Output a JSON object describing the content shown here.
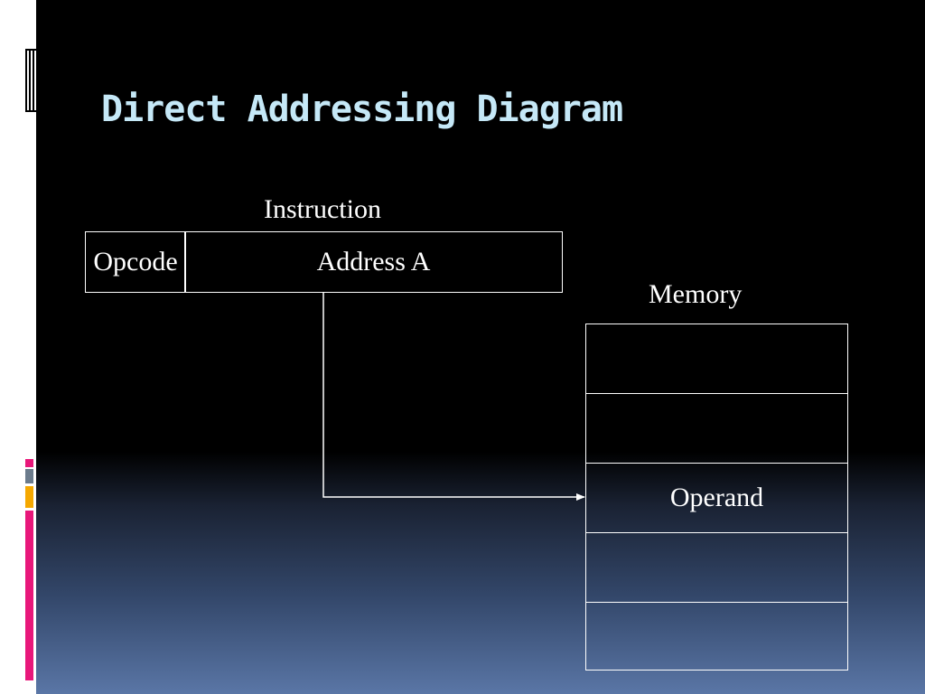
{
  "slide": {
    "title": "Direct Addressing Diagram"
  },
  "instruction": {
    "label": "Instruction",
    "opcode": "Opcode",
    "address": "Address A"
  },
  "memory": {
    "label": "Memory",
    "cells": [
      "",
      "",
      "Operand",
      "",
      ""
    ]
  },
  "colors": {
    "title": "#c5e8f7",
    "accent_pink": "#e8177a",
    "accent_gray": "#6b7b8c",
    "accent_orange": "#f5a800",
    "line": "#ffffff"
  }
}
